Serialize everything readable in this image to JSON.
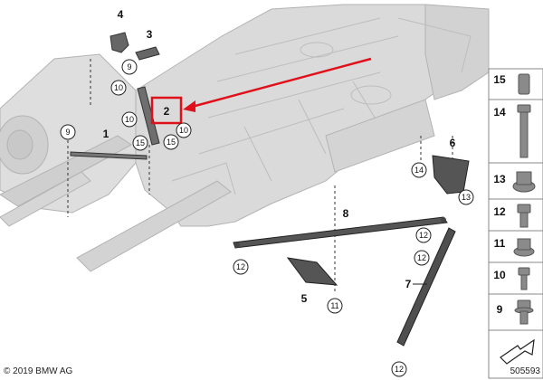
{
  "copyright": "© 2019 BMW AG",
  "diagram_id": "505593",
  "highlight_part": "2",
  "labels": {
    "p1": "1",
    "p3": "3",
    "p4": "4",
    "p5": "5",
    "p6": "6",
    "p7": "7",
    "p8": "8"
  },
  "callouts": {
    "c9a": "9",
    "c9b": "9",
    "c10a": "10",
    "c10b": "10",
    "c10c": "10",
    "c11a": "11",
    "c12a": "12",
    "c12b": "12",
    "c12c": "12",
    "c12d": "12",
    "c13a": "13",
    "c14a": "14",
    "c15a": "15",
    "c15b": "15"
  },
  "legend": [
    "15",
    "14",
    "13",
    "12",
    "11",
    "10",
    "9"
  ],
  "colors": {
    "highlight": "#e0101a",
    "body": "#d9d9d9",
    "bodyline": "#b0b0b0",
    "part": "#555555"
  }
}
